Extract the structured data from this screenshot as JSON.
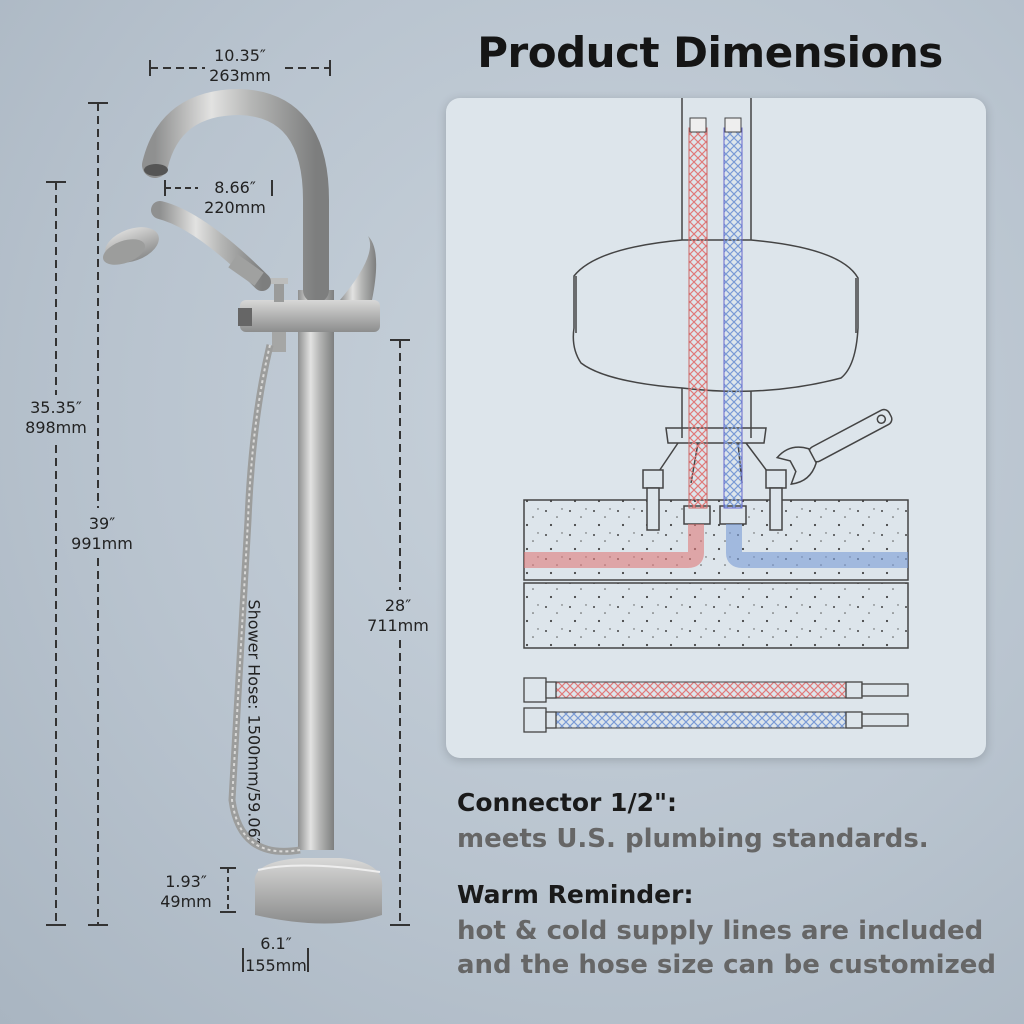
{
  "title": "Product Dimensions",
  "dimensions": {
    "top_width_in": "10.35″",
    "top_width_mm": "263mm",
    "spout_reach_in": "8.66″",
    "spout_reach_mm": "220mm",
    "spout_height_in": "35.35″",
    "spout_height_mm": "898mm",
    "total_height_in": "39″",
    "total_height_mm": "991mm",
    "pipe_height_in": "28″",
    "pipe_height_mm": "711mm",
    "base_height_in": "1.93″",
    "base_height_mm": "49mm",
    "base_width_in": "6.1″",
    "base_width_mm": "155mm",
    "hose_label": "Shower Hose: 1500mm/59.06″"
  },
  "features": {
    "connector_heading": "Connector 1/2\":",
    "connector_text": "meets U.S. plumbing standards.",
    "reminder_heading": "Warm Reminder:",
    "reminder_line1": "hot & cold supply lines are included",
    "reminder_line2": "and the hose size can be customized"
  },
  "colors": {
    "finish": "#b8b9b8",
    "hot_line": "#e07a7a",
    "cold_line": "#7a9bd6",
    "panel_bg": "#dde5eb"
  },
  "icons": [
    "faucet-illustration",
    "installation-diagram",
    "wrench-icon"
  ]
}
